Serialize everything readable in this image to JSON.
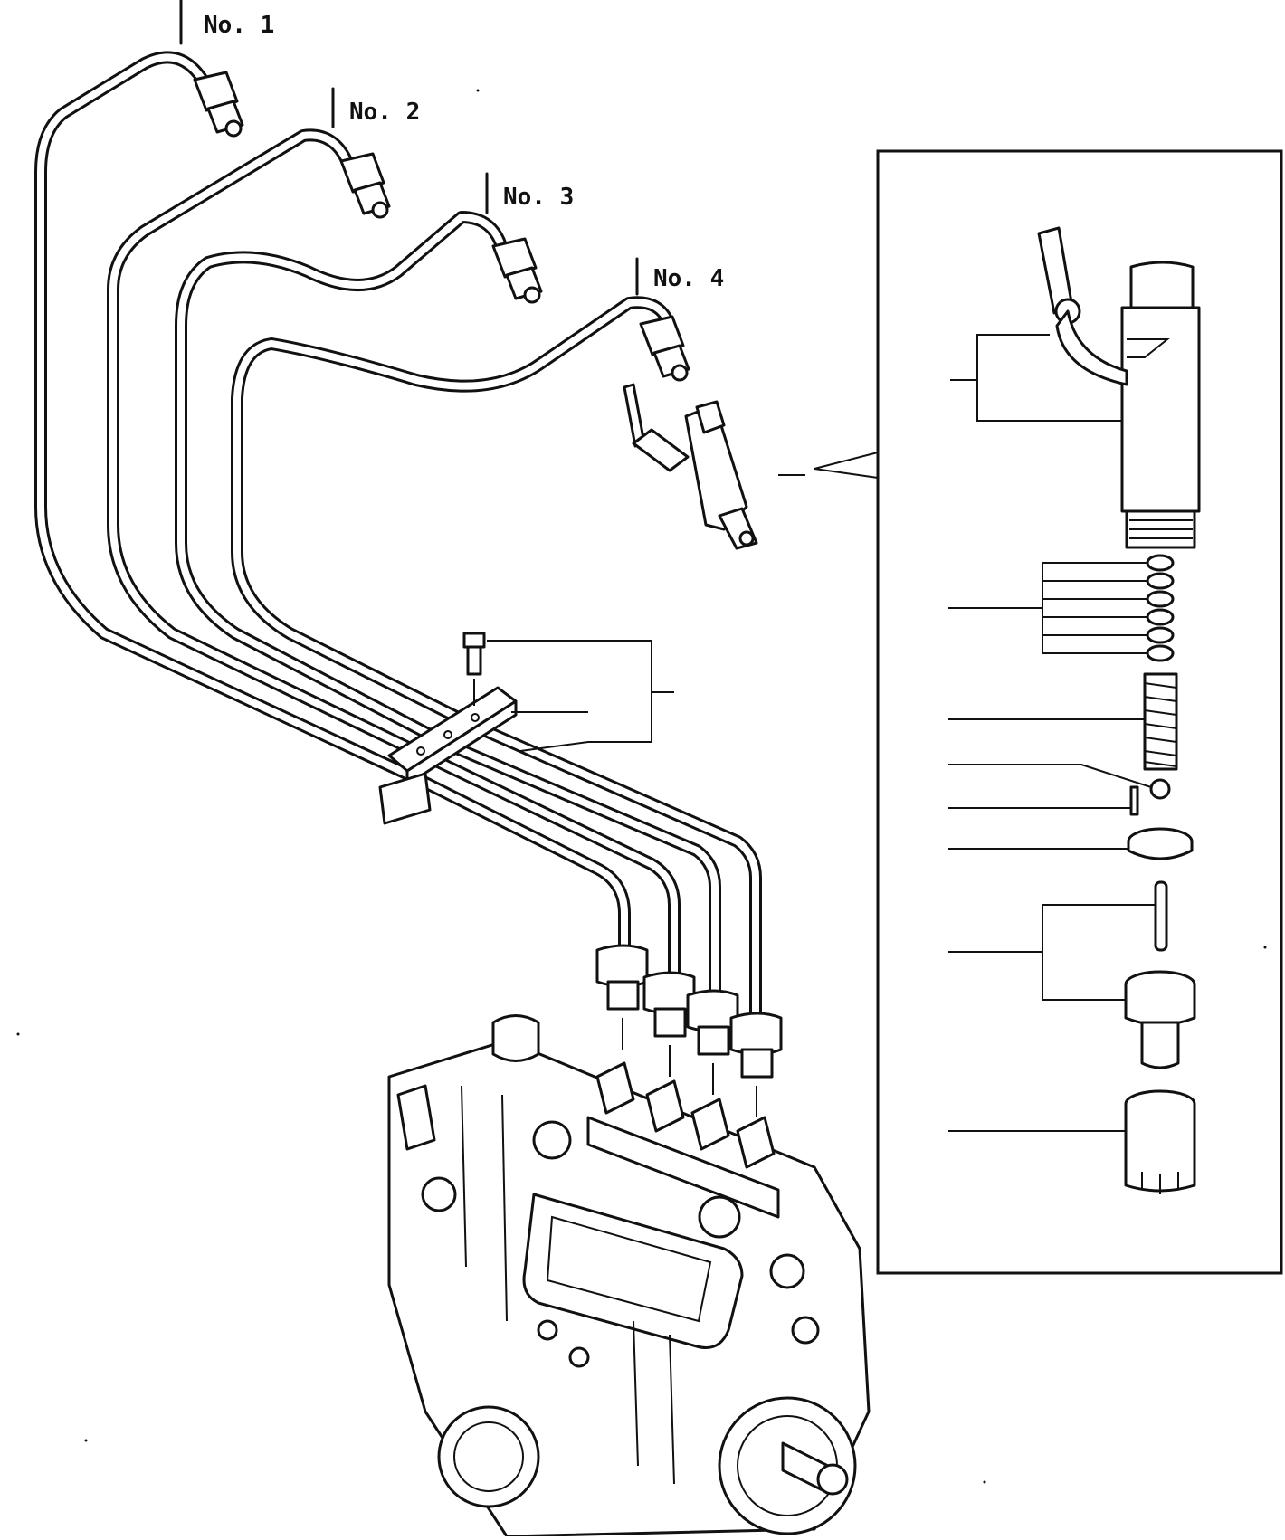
{
  "labels": {
    "line_1": "No. 1",
    "line_2": "No. 2",
    "line_3": "No. 3",
    "line_4": "No. 4"
  },
  "colors": {
    "ink": "#111111",
    "paper": "#ffffff"
  }
}
